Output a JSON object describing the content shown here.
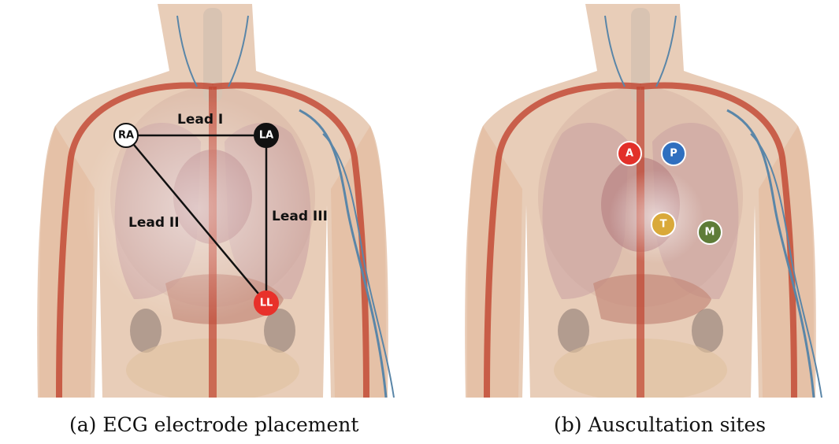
{
  "panel_a": {
    "caption": "(a) ECG electrode placement",
    "leads": {
      "lead_1": "Lead I",
      "lead_2": "Lead II",
      "lead_3": "Lead III"
    },
    "electrodes": {
      "ra": {
        "label": "RA",
        "color": "#ffffff",
        "text_color": "#111111"
      },
      "la": {
        "label": "LA",
        "color": "#111111",
        "text_color": "#ffffff"
      },
      "ll": {
        "label": "LL",
        "color": "#e8312a",
        "text_color": "#ffffff"
      }
    }
  },
  "panel_b": {
    "caption": "(b) Auscultation sites",
    "sites": {
      "a": {
        "label": "A",
        "color": "#e2302a"
      },
      "p": {
        "label": "P",
        "color": "#2f6fbf"
      },
      "t": {
        "label": "T",
        "color": "#d9a93a"
      },
      "m": {
        "label": "M",
        "color": "#5e7c38"
      }
    }
  },
  "colors": {
    "skin": "#e8cdb8",
    "artery": "#c0432f",
    "vein": "#5a86a8",
    "lung": "#c9a0a3",
    "bone": "#efe3c4"
  }
}
